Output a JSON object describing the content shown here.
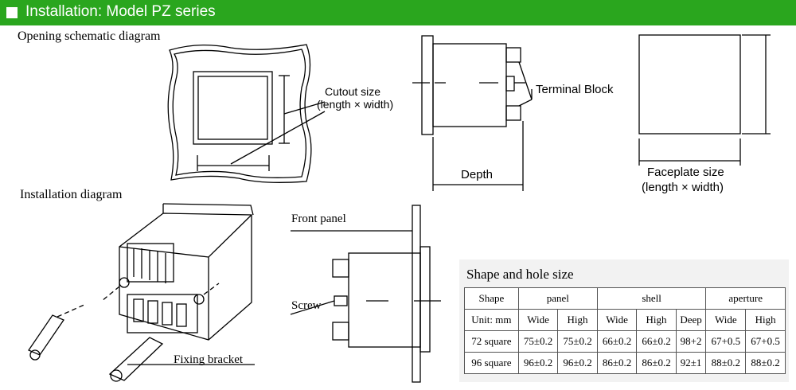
{
  "header": {
    "title": "Installation: Model PZ series",
    "accent": "#2aa61e"
  },
  "opening": {
    "title": "Opening schematic diagram",
    "cutout_line1": "Cutout size",
    "cutout_line2": "(length × width)"
  },
  "side": {
    "terminal_block": "Terminal Block",
    "depth": "Depth"
  },
  "faceplate": {
    "line1": "Faceplate size",
    "line2": "(length × width)"
  },
  "installation": {
    "title": "Installation diagram",
    "fixing_bracket": "Fixing bracket",
    "front_panel": "Front panel",
    "screw": "Screw"
  },
  "table": {
    "title": "Shape and hole size",
    "groups": [
      "Shape",
      "panel",
      "shell",
      "aperture"
    ],
    "subheaders": [
      "Unit: mm",
      "Wide",
      "High",
      "Wide",
      "High",
      "Deep",
      "Wide",
      "High"
    ],
    "rows": [
      [
        "72 square",
        "75±0.2",
        "75±0.2",
        "66±0.2",
        "66±0.2",
        "98+2",
        "67+0.5",
        "67+0.5"
      ],
      [
        "96 square",
        "96±0.2",
        "96±0.2",
        "86±0.2",
        "86±0.2",
        "92±1",
        "88±0.2",
        "88±0.2"
      ]
    ]
  }
}
